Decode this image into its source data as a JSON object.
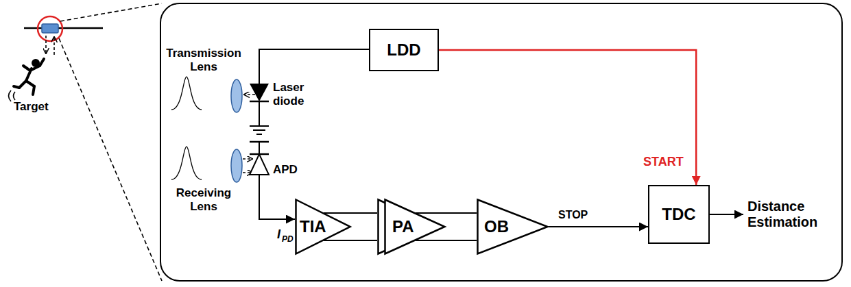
{
  "diagram": {
    "nodes": [
      {
        "text": [
          "LDD"
        ]
      },
      {
        "text": [
          "TIA"
        ]
      },
      {
        "text": [
          "PA"
        ]
      },
      {
        "text": [
          "OB"
        ]
      },
      {
        "text": [
          "TDC"
        ]
      }
    ],
    "edges": [
      {
        "from": 0,
        "to": 4,
        "arrow": "to",
        "label": "START"
      },
      {
        "from": 1,
        "to": 2,
        "arrow": "none"
      },
      {
        "from": 2,
        "to": 3,
        "arrow": "none"
      },
      {
        "from": 3,
        "to": 4,
        "arrow": "to",
        "label": "STOP"
      }
    ],
    "labels": [
      "Target",
      "Transmission Lens",
      "Laser diode",
      "Receiving Lens",
      "APD",
      "I",
      "PD",
      "Distance Estimation"
    ]
  }
}
